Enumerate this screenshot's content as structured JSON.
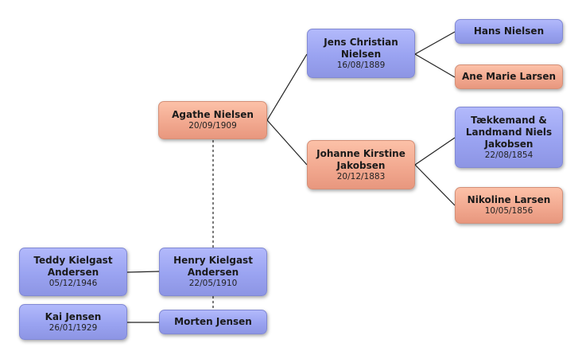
{
  "people": {
    "agathe": {
      "name": "Agathe Nielsen",
      "date": "20/09/1909",
      "gender": "female"
    },
    "jens": {
      "name": "Jens Christian\nNielsen",
      "date": "16/08/1889",
      "gender": "male"
    },
    "johanne": {
      "name": "Johanne Kirstine\nJakobsen",
      "date": "20/12/1883",
      "gender": "female"
    },
    "hans": {
      "name": "Hans Nielsen",
      "date": "",
      "gender": "male"
    },
    "ane": {
      "name": "Ane Marie Larsen",
      "date": "",
      "gender": "female"
    },
    "niels": {
      "name": "Tækkemand &\nLandmand Niels\nJakobsen",
      "date": "22/08/1854",
      "gender": "male"
    },
    "nikoline": {
      "name": "Nikoline Larsen",
      "date": "10/05/1856",
      "gender": "female"
    },
    "henry": {
      "name": "Henry Kielgast\nAndersen",
      "date": "22/05/1910",
      "gender": "male"
    },
    "teddy": {
      "name": "Teddy Kielgast\nAndersen",
      "date": "05/12/1946",
      "gender": "male"
    },
    "kai": {
      "name": "Kai Jensen",
      "date": "26/01/1929",
      "gender": "male"
    },
    "morten": {
      "name": "Morten Jensen",
      "date": "",
      "gender": "male"
    }
  },
  "colors": {
    "male": "#9aa3f1",
    "female": "#f2a990",
    "line": "#222222"
  }
}
